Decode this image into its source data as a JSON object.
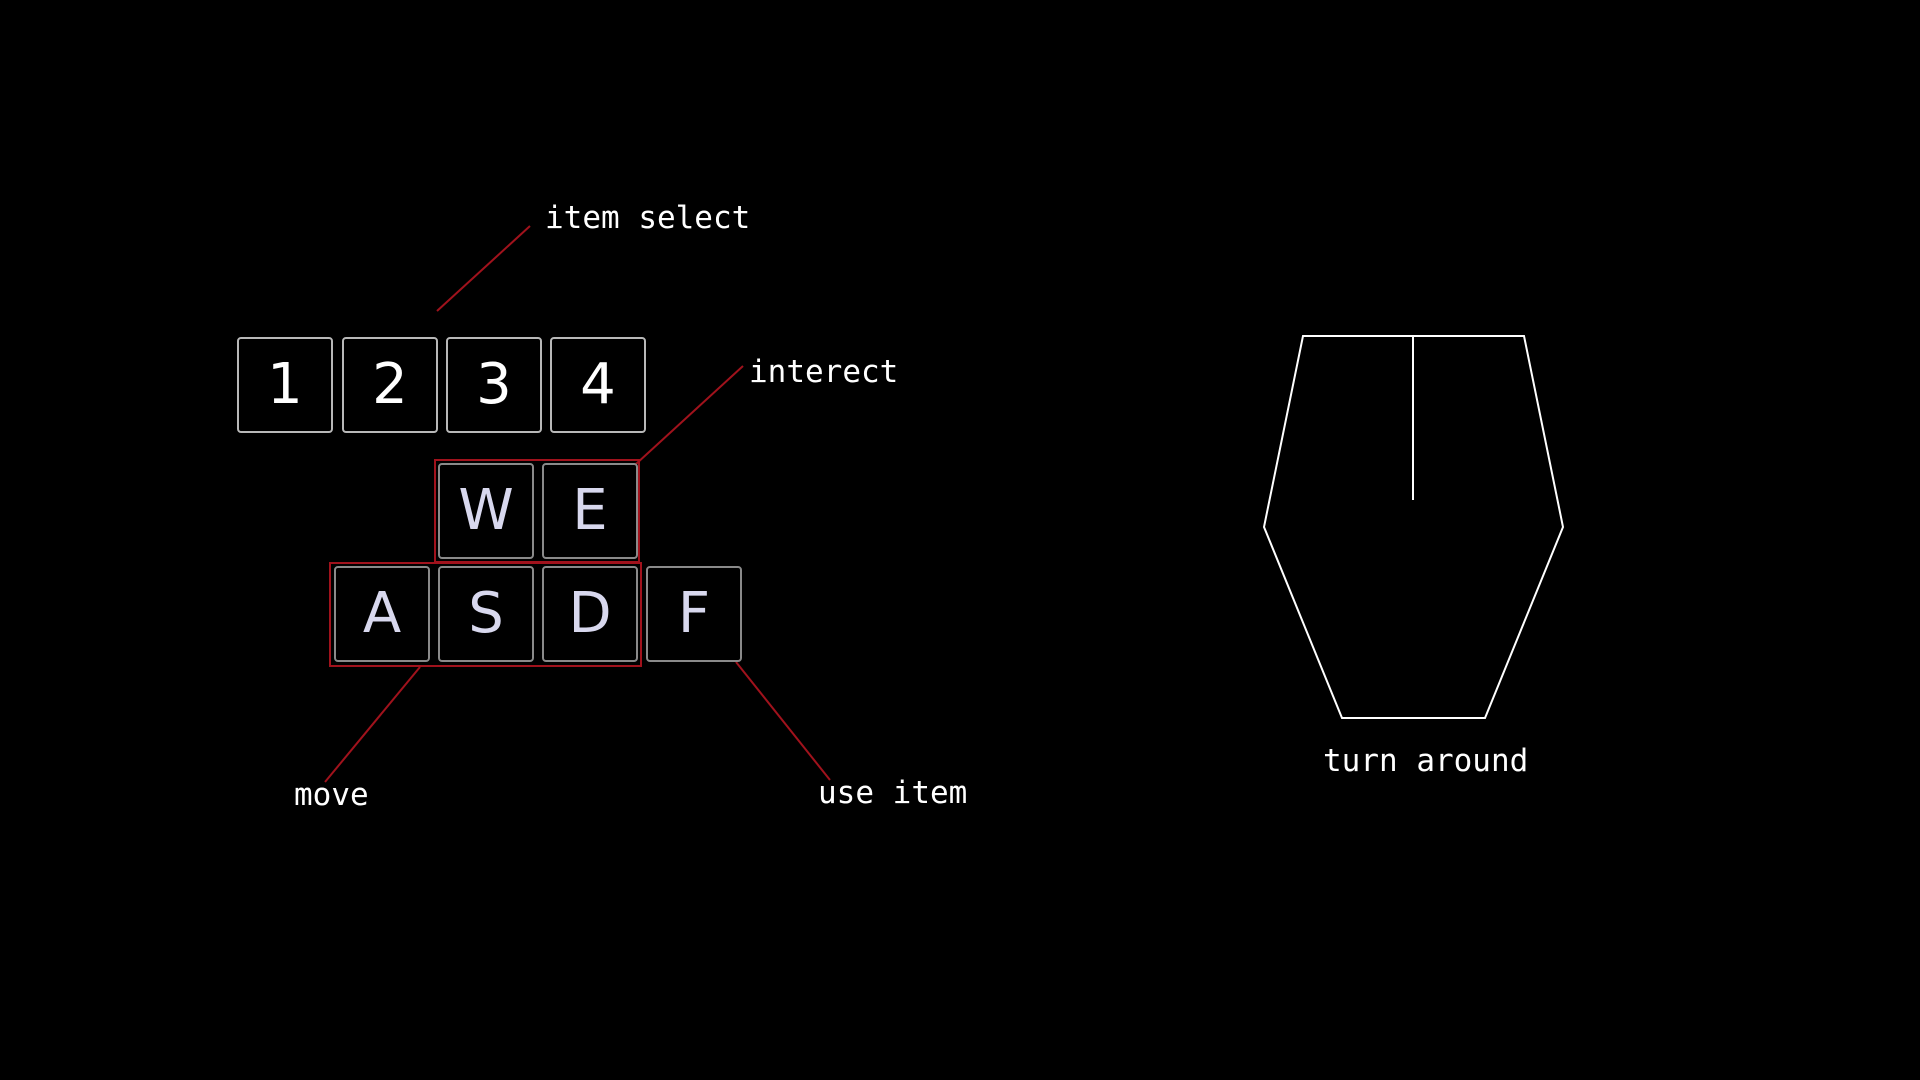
{
  "keys": {
    "number_row": [
      "1",
      "2",
      "3",
      "4"
    ],
    "w": "W",
    "e": "E",
    "a": "A",
    "s": "S",
    "d": "D",
    "f": "F"
  },
  "labels": {
    "item_select": "item select",
    "interect": "interect",
    "move": "move",
    "use_item": "use item",
    "turn_around": "turn around"
  },
  "colors": {
    "background": "#000000",
    "callout_line": "#a0121c",
    "key_border": "#9a9a9a",
    "text": "#ffffff"
  },
  "icons": {
    "mouse": "mouse-icon"
  }
}
